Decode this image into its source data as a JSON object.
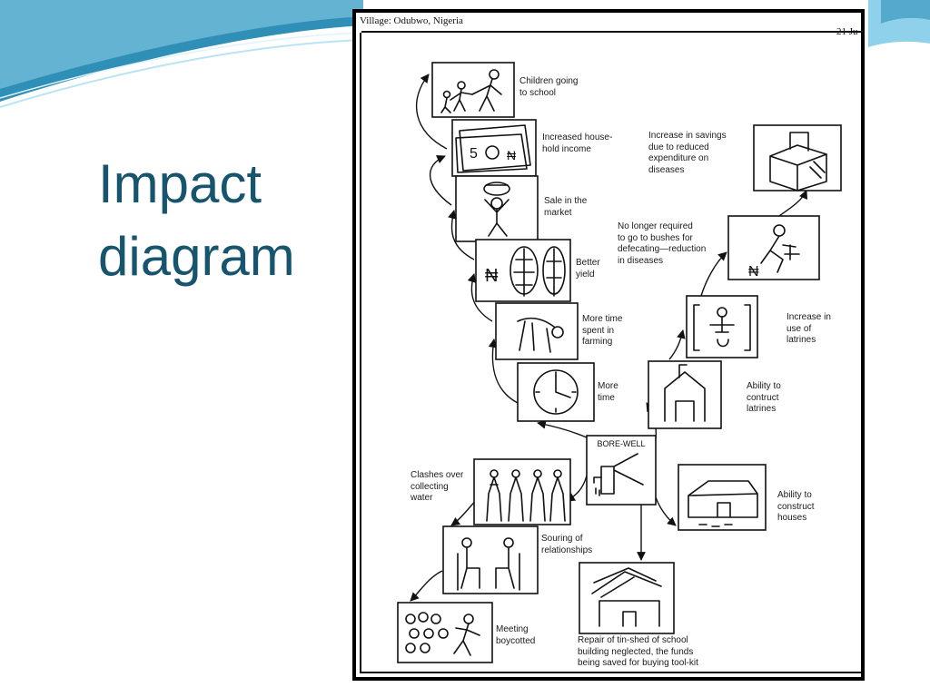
{
  "slide": {
    "title_line1": "Impact",
    "title_line2": "diagram",
    "colors": {
      "title": "#17556e",
      "wave_dark": "#2f8fb6",
      "wave_light": "#8fd1ea"
    }
  },
  "document": {
    "village": "Village: Odubwo, Nigeria",
    "date_fragment": "21 Ju"
  },
  "diagram": {
    "center": "BORE-WELL",
    "labels": {
      "children": "Children going\nto school",
      "income": "Increased house-\nhold income",
      "sale": "Sale in the\nmarket",
      "yield": "Better\nyield",
      "farming": "More time\nspent in\nfarming",
      "time": "More\ntime",
      "savings": "Increase in savings\ndue to reduced\nexpenditure on\ndiseases",
      "bushes": "No longer required\nto go to bushes for\ndefecating—reduction\nin diseases",
      "latrine_use": "Increase in\nuse of\nlatrines",
      "latrine_build": "Ability to\ncontruct\nlatrines",
      "houses": "Ability to\nconstruct\nhouses",
      "clashes": "Clashes over\ncollecting\nwater",
      "souring": "Souring of\nrelationships",
      "meeting": "Meeting\nboycotted",
      "repair": "Repair of tin-shed of school\nbuilding neglected, the funds\nbeing saved for buying tool-kit"
    },
    "icons": {
      "children": "children-walking-icon",
      "income": "banknotes-icon",
      "sale": "person-carrying-basket-icon",
      "yield": "naira-crops-icon",
      "farming": "person-bending-icon",
      "time": "clock-icon",
      "savings": "savings-box-icon",
      "bushes": "person-squatting-icon",
      "latrine_use": "person-using-latrine-icon",
      "latrine_build": "latrine-hut-icon",
      "houses": "house-construction-icon",
      "clashes": "crowd-clash-icon",
      "souring": "two-people-seated-icon",
      "meeting": "meeting-walkout-icon",
      "repair": "damaged-school-shed-icon",
      "center": "bore-well-pump-icon"
    }
  }
}
